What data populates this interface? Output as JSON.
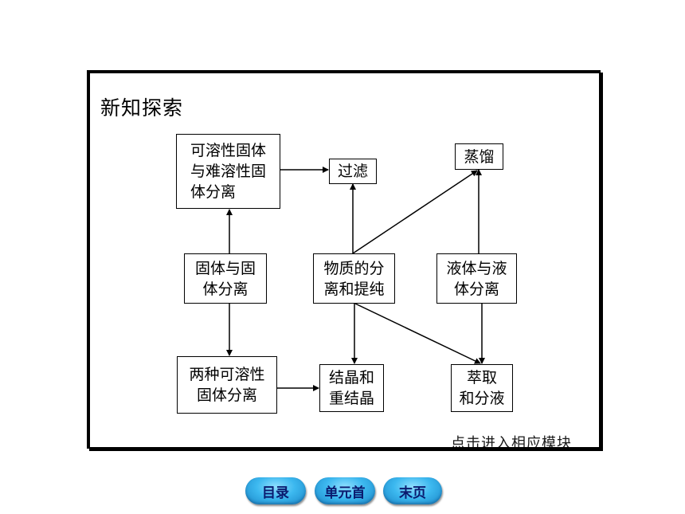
{
  "section_title": "新知探索",
  "nodes": {
    "soluble_insoluble": [
      "可溶性固体",
      "与难溶性固",
      "体分离"
    ],
    "filtration": [
      "过滤"
    ],
    "distillation": [
      "蒸馏"
    ],
    "solid_solid": [
      "固体与固",
      "体分离"
    ],
    "separation_purification": [
      "物质的分",
      "离和提纯"
    ],
    "liquid_liquid": [
      "液体与液",
      "体分离"
    ],
    "two_soluble": [
      "两种可溶性",
      "固体分离"
    ],
    "crystallization": [
      "结晶和",
      "重结晶"
    ],
    "extraction": [
      "萃取",
      "和分液"
    ]
  },
  "residue_text": "点击进入相应模块",
  "nav": {
    "toc": "目录",
    "unit_first": "单元首",
    "last_page": "末页"
  },
  "colors": {
    "nav_text": "#0a1a6e",
    "nav_fill": "#3cb8ef",
    "line": "#000000"
  }
}
